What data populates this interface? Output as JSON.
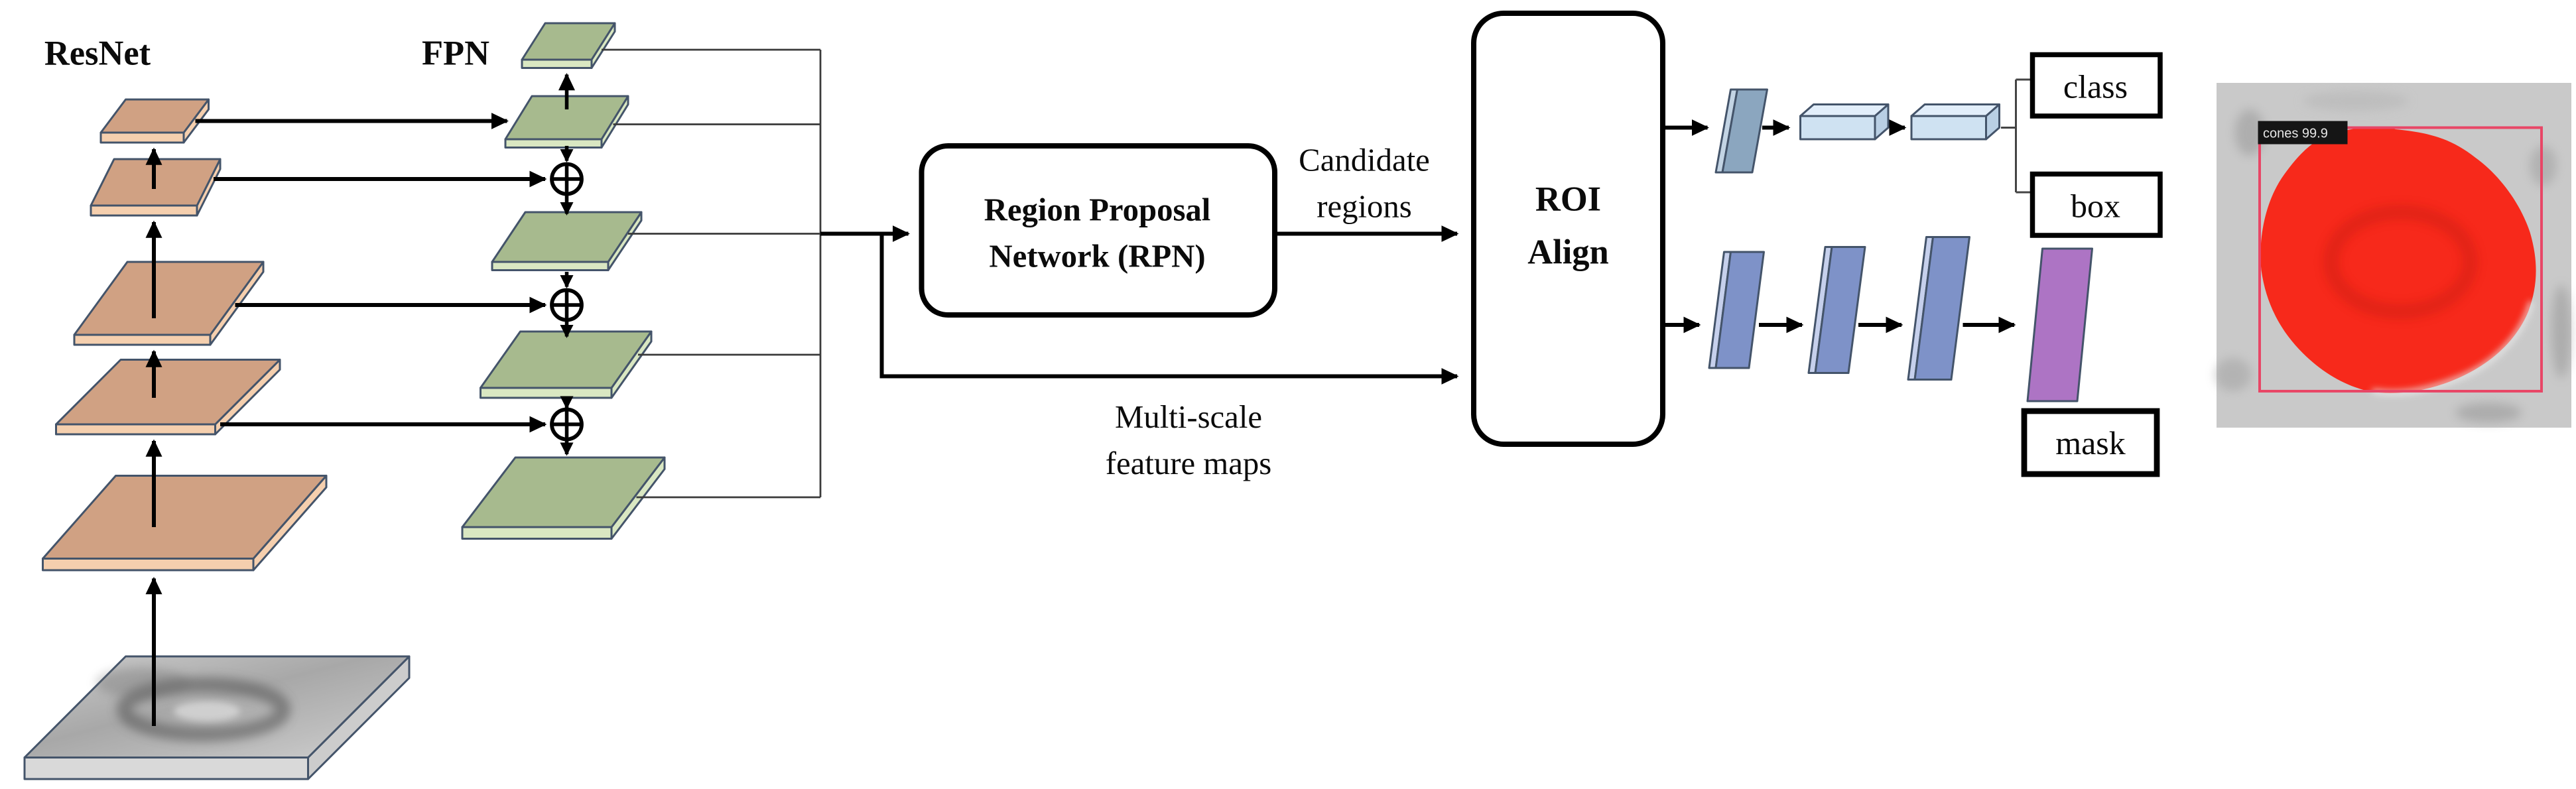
{
  "backbone": {
    "resnet_label": "ResNet",
    "fpn_label": "FPN"
  },
  "rpn": {
    "label_line1": "Region Proposal",
    "label_line2": "Network (RPN)"
  },
  "annotations": {
    "candidate_line1": "Candidate",
    "candidate_line2": "regions",
    "multiscale_line1": "Multi-scale",
    "multiscale_line2": "feature maps"
  },
  "roi": {
    "label_line1": "ROI",
    "label_line2": "Align"
  },
  "heads": {
    "class_label": "class",
    "box_label": "box",
    "mask_label": "mask"
  },
  "result": {
    "detection_label": "cones 99.9"
  },
  "colors": {
    "resnet_slab": "#d0a183",
    "resnet_slab_edge": "#f5cfae",
    "fpn_slab": "#a7ba8e",
    "fpn_slab_edge": "#d9e7c2",
    "slab_border": "#44546a",
    "steel_plate": "#8ba6bf",
    "fc_face": "#cfe2f2",
    "fc_top": "#e2eefa",
    "conv_plate": "#7e92c8",
    "conv_plate_edge": "#c6d0ec",
    "mask_plate": "#ad74c4",
    "mask_red": "#f7291b",
    "bbox_red": "#e84666",
    "line_black": "#000000"
  }
}
